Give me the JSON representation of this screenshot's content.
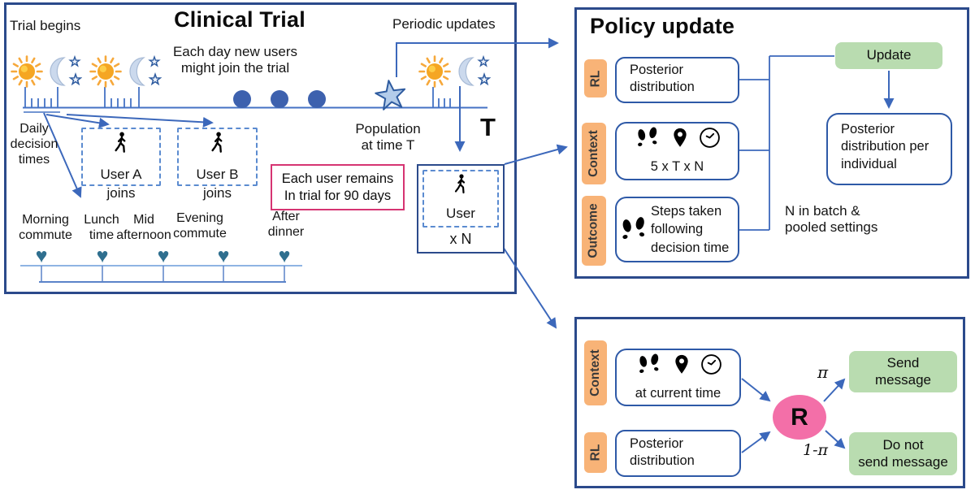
{
  "colors": {
    "panel_border": "#2B4A8B",
    "box_border": "#2E59A7",
    "arrow": "#3C68BB",
    "timeline": "#4472C4",
    "dashed_border": "#5B8BD0",
    "orange_label": "#F8B377",
    "green_box": "#B9DCB0",
    "pink_circle": "#F36FA8",
    "pink_note_border": "#D63472",
    "heart": "#2F6F8F",
    "dot": "#3D61AE",
    "star_fill": "#B3CCEA",
    "star_stroke": "#2E5B9F",
    "sun": "#F5A623",
    "moon": "#CBD9ED"
  },
  "icons": {
    "heart": "♥"
  },
  "left_panel": {
    "title": "Clinical Trial",
    "trial_begins": "Trial begins",
    "each_day_note": {
      "line1": "Each day new users",
      "line2": "might join the trial"
    },
    "periodic_updates": "Periodic updates",
    "daily_decision": {
      "line1": "Daily",
      "line2": "decision",
      "line3": "times"
    },
    "user_a": {
      "name": "User A",
      "action": "joins"
    },
    "user_b": {
      "name": "User B",
      "action": "joins"
    },
    "retention_note": {
      "line1": "Each user remains",
      "line2": "In trial for 90 days"
    },
    "population_label": {
      "line1": "Population",
      "line2": "at time T"
    },
    "horizon_symbol": "T",
    "user_group": {
      "label": "User",
      "multiplier": "x N"
    },
    "decision_times": [
      {
        "line1": "Morning",
        "line2": "commute"
      },
      {
        "line1": "Lunch",
        "line2": "time"
      },
      {
        "line1": "Mid",
        "line2": "afternoon"
      },
      {
        "line1": "Evening",
        "line2": "commute"
      },
      {
        "line1": "After",
        "line2": "dinner"
      }
    ]
  },
  "policy_panel": {
    "title": "Policy update",
    "rl_label": "RL",
    "context_label": "Context",
    "outcome_label": "Outcome",
    "rl_box": {
      "line1": "Posterior",
      "line2": "distribution"
    },
    "context_box": {
      "caption": "5 x T x N"
    },
    "outcome_box": {
      "line1": "Steps taken",
      "line2": "following",
      "line3": "decision time"
    },
    "update_box": "Update",
    "posterior_individual_box": {
      "line1": "Posterior",
      "line2": "distribution per",
      "line3": "individual"
    },
    "batch_note": {
      "line1": "N in batch &",
      "line2": "pooled settings"
    }
  },
  "action_panel": {
    "context_label": "Context",
    "rl_label": "RL",
    "context_box": {
      "caption": "at current time"
    },
    "rl_box": {
      "line1": "Posterior",
      "line2": "distribution"
    },
    "randomization": "R",
    "send_probability": "π",
    "no_send_probability": "1-π",
    "send_box": {
      "line1": "Send",
      "line2": "message"
    },
    "no_send_box": {
      "line1": "Do not",
      "line2": "send message"
    }
  }
}
